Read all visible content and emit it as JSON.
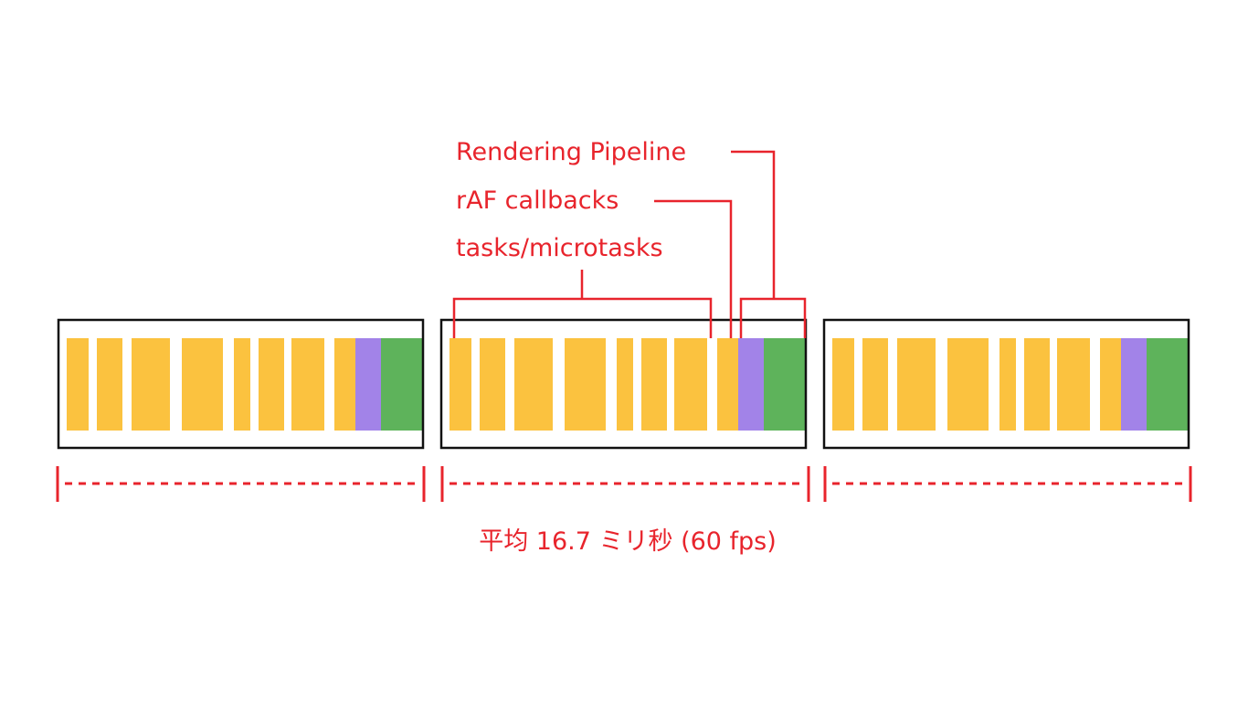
{
  "labels": {
    "rendering_pipeline": "Rendering Pipeline",
    "raf_callbacks": "rAF callbacks",
    "tasks_microtasks": "tasks/microtasks"
  },
  "caption": "平均 16.7 ミリ秒 (60 fps)",
  "colors": {
    "task": "#FBC23F",
    "raf": "#A283E8",
    "pipeline": "#5EB35B",
    "frame_border": "#111111",
    "annotation": "#E8242C"
  },
  "frames": [
    {
      "id": "frame-1"
    },
    {
      "id": "frame-2"
    },
    {
      "id": "frame-3"
    }
  ]
}
